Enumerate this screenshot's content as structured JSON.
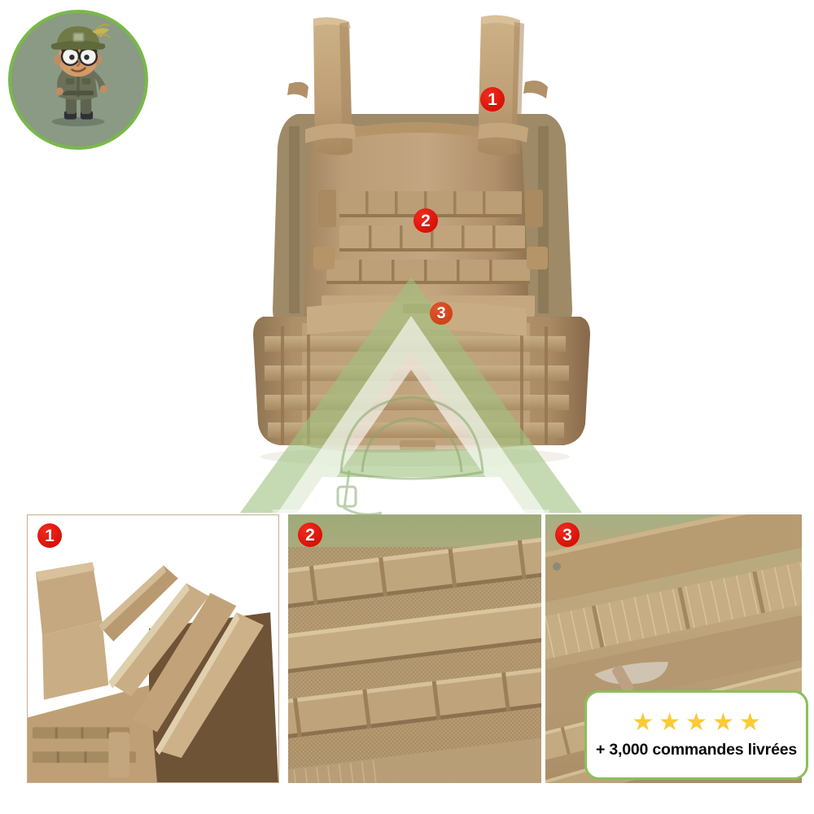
{
  "brand": {
    "logo_icon": "soldier-mascot-icon",
    "logo_border_color": "#7ab84a",
    "logo_background_color": "#8a9a84"
  },
  "hero": {
    "product_icon": "tactical-plate-carrier-vest-icon",
    "product_color": "#b99b73",
    "markers": [
      {
        "number": "❶",
        "label": "1",
        "style": "red"
      },
      {
        "number": "❷",
        "label": "2",
        "style": "red"
      },
      {
        "number": "❸",
        "label": "3",
        "style": "orange"
      }
    ],
    "watermark": {
      "icon": "helmet-shield-watermark-icon",
      "color": "#a8c48a"
    }
  },
  "detail_panels": [
    {
      "marker": "❶",
      "marker_style": "red",
      "icon": "shoulder-straps-detail-icon",
      "border_color": "#c9ad8e"
    },
    {
      "marker": "❷",
      "marker_style": "red",
      "icon": "molle-webbing-detail-icon",
      "border_color": "#c9ad8e"
    },
    {
      "marker": "❸",
      "marker_style": "red",
      "icon": "cummerbund-strap-detail-icon",
      "border_color": "#c9ad8e"
    }
  ],
  "trust_badge": {
    "rating_stars": 5,
    "star_glyph": "★",
    "star_color": "#fcc937",
    "border_color": "#8cbf5a",
    "text": "+ 3,000 commandes livrées"
  }
}
